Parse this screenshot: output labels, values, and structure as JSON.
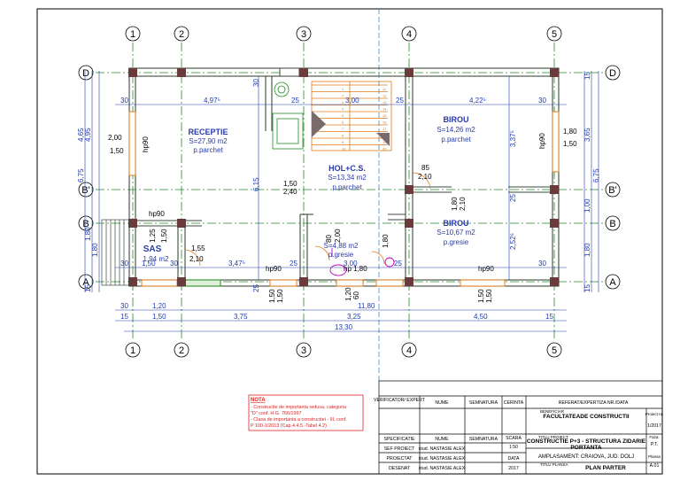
{
  "axes_top": [
    "1",
    "2",
    "3",
    "4",
    "5"
  ],
  "axes_bottom": [
    "1",
    "2",
    "3",
    "4",
    "5"
  ],
  "axes_left": [
    "D",
    "B'",
    "B",
    "A"
  ],
  "axes_right": [
    "D",
    "B'",
    "B",
    "A"
  ],
  "rooms": {
    "receptie": {
      "name": "RECEPTIE",
      "area": "S=27,90 m2",
      "floor": "p.parchet"
    },
    "birou1": {
      "name": "BIROU",
      "area": "S=14,26 m2",
      "floor": "p.parchet"
    },
    "hol": {
      "name": "HOL+C.S.",
      "area": "S=13,34 m2",
      "floor": "p.parchet"
    },
    "birou2": {
      "name": "BIROU",
      "area": "S=10,67 m2",
      "floor": "p.gresie"
    },
    "wc": {
      "area": "S=4,88 m2",
      "floor": "p.gresie"
    },
    "sas": {
      "name": "SAS",
      "area": "1,94 m2"
    }
  },
  "dims": {
    "top_30a": "30",
    "top_497": "4,97⁵",
    "top_25a": "25",
    "top_300": "3,00",
    "top_25b": "25",
    "top_422": "4,22⁵",
    "top_30b": "30",
    "top_30c": "30",
    "mid_30": "30",
    "mid_347": "3,47⁵",
    "mid_150": "1,50",
    "mid_30b": "30",
    "mid_25": "25",
    "mid_300": "3,00",
    "mid_25b": "25",
    "mid_30c": "30",
    "b_30": "30",
    "b_120": "1,20",
    "b_1180": "11,80",
    "b_15a": "15",
    "b_150": "1,50",
    "b_375": "3,75",
    "b_325": "3,25",
    "b_450": "4,50",
    "b_15b": "15",
    "b_1330": "13,30",
    "l_465": "4,65",
    "l_495": "4,95",
    "l_675": "6,75",
    "l_180": "1,80",
    "l_180b": "1,80",
    "l_15": "15",
    "r_15": "15",
    "r_365": "3,65",
    "r_675": "6,75",
    "r_100": "1,00",
    "r_180": "1,80",
    "r_15b": "15",
    "v_337": "3,37⁵",
    "v_252": "2,52⁵",
    "v_615": "6,15",
    "v_25a": "25",
    "v_25b": "25",
    "v_30a": "30"
  },
  "openings": {
    "w_left_a": "2,00",
    "w_left_b": "1,50",
    "hp90_left": "hp90",
    "w_right_a": "1,80",
    "w_right_b": "1,50",
    "hp90_right": "hp90",
    "d_hol_a": "1,50",
    "d_hol_b": "2,40",
    "d_85": "85",
    "d_210": "2,10",
    "hp90_sas": "hp90",
    "sas_155": "1,55",
    "sas_210": "2,10",
    "sas_125": "1,25",
    "sas_150": "1,50",
    "hp90_bot_a": "hp90",
    "hp_180": "hp 1,80",
    "hp90_bot_b": "hp90",
    "wc_80": "80",
    "wc_200": "2,00",
    "wc_180": "1,80",
    "b_80": "1,80",
    "b_210": "2,10",
    "bot_w1a": "1,50",
    "bot_w1b": "1,50",
    "bot_w2a": "1,20",
    "bot_w2b": "60",
    "bot_w3a": "1,50",
    "bot_w3b": "1,50",
    "bot_w4a": "1,50",
    "bot_w4b": "1,50"
  },
  "stairs": [
    "1",
    "2",
    "3",
    "4",
    "5",
    "6",
    "7",
    "8",
    "9",
    "10",
    "11",
    "12",
    "13",
    "14",
    "15",
    "16",
    "17",
    "18",
    "19",
    "20"
  ],
  "nota": {
    "title": "NOTA",
    "lines": [
      "- Constructie de importanta redusa, categoria",
      "\"D\" conf. H.G. 766/1997",
      "- Clasa de importanta a constructiei - III, conf.",
      "P 100-1/2013 (Cap.4.4.5.-Tabel 4.2)"
    ]
  },
  "titleblock": {
    "verif": "VERIFICATOR/ EXPERT",
    "nume": "NUME",
    "semnatura": "SEMNATURA",
    "cerinta": "CERINTA",
    "referat": "REFERAT/EXPERTIZA NR./DATA",
    "beneficiar_lbl": "BENEFICIAR",
    "beneficiar": "FACULTATEADE CONSTRUCTII",
    "proiect_nr_lbl": "Proiect nr.",
    "proiect_nr": "1/2017",
    "specificatie": "SPECIFICATIE",
    "nume2": "NUME",
    "semnatura2": "SEMNATURA",
    "scara_lbl": "SCARA",
    "scara": "1:50",
    "titlu_lbl": "TITLU PROIECT",
    "titlu_a": "CONSTRUCTIE P+3 - STRUCTURA ZIDARIE",
    "titlu_b": "PORTANTA",
    "faza_lbl": "Faza:",
    "faza": "P.T.",
    "sef": "SEF PROIECT",
    "sef_n": "stud. NASTASIE ALEX",
    "proiectat": "PROIECTAT",
    "proiectat_n": "stud. NASTASIE ALEX",
    "data_lbl": "DATA",
    "amplasament": "AMPLASAMENT: CRAIOVA, JUD. DOLJ",
    "desenat": "DESENAT",
    "desenat_n": "stud. NASTASIE ALEX",
    "data": "2017",
    "titlu_plansa_lbl": "TITLU PLANSA",
    "titlu_plansa": "PLAN PARTER",
    "plansa_lbl": "Plansa",
    "plansa": "A.01"
  },
  "colors": {
    "wall": "#3d4b3d",
    "column": "#6b3a3a",
    "axis": "#228b22",
    "dim": "#1e3cb4",
    "room": "#2a3aa8",
    "orange": "#e07b1a",
    "nota": "#e02020",
    "magenta": "#c000c0"
  }
}
